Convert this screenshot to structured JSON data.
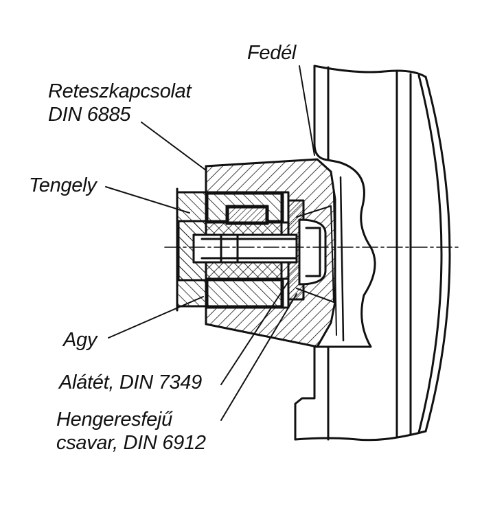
{
  "labels": {
    "cover": "Fedél",
    "key_connection_line1": "Reteszkapcsolat",
    "key_connection_line2": "DIN 6885",
    "shaft": "Tengely",
    "hub": "Agy",
    "washer": "Alátét, DIN 7349",
    "screw_line1": "Hengeresfejű",
    "screw_line2": "csavar, DIN 6912"
  },
  "colors": {
    "ink": "#111111",
    "background": "#ffffff"
  }
}
